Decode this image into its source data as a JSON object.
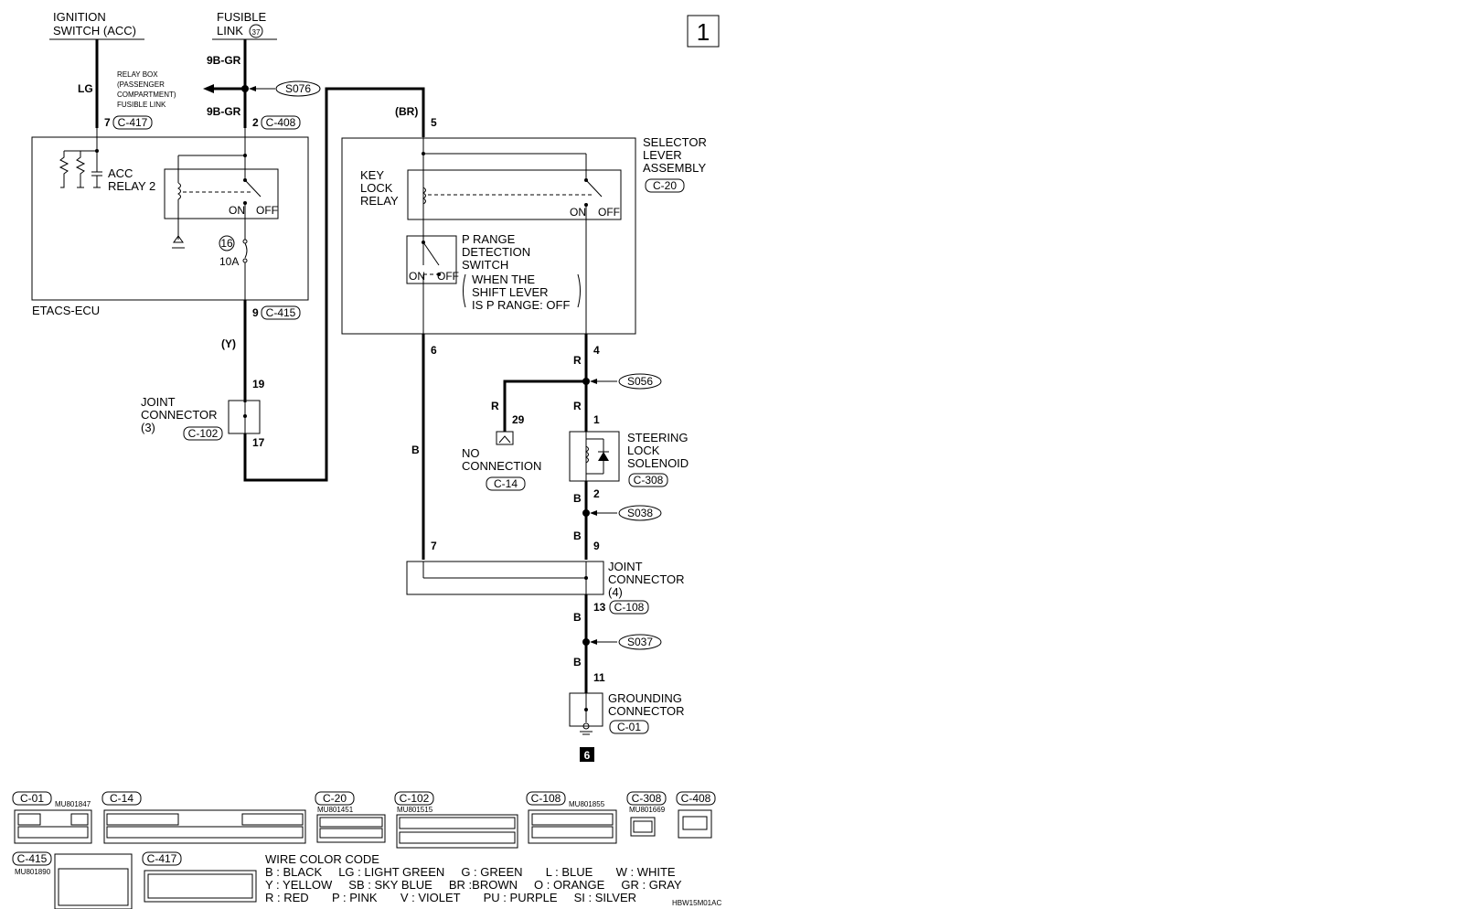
{
  "page_number": "1",
  "labels": {
    "ignition_switch": [
      "IGNITION",
      "SWITCH (ACC)"
    ],
    "fusible_link": "FUSIBLE",
    "fusible_link_2": "LINK",
    "fusible_link_num": "37",
    "relay_box": [
      "RELAY BOX",
      "(PASSENGER",
      "COMPARTMENT)",
      "FUSIBLE LINK"
    ],
    "acc_relay": [
      "ACC",
      "RELAY 2"
    ],
    "etacs": "ETACS-ECU",
    "fuse_num": "16",
    "fuse_rating": "10A",
    "key_lock_relay": [
      "KEY",
      "LOCK",
      "RELAY"
    ],
    "selector_lever": [
      "SELECTOR",
      "LEVER",
      "ASSEMBLY"
    ],
    "p_range": [
      "P RANGE",
      "DETECTION",
      "SWITCH"
    ],
    "p_range_note": [
      "WHEN THE",
      "SHIFT LEVER",
      "IS P RANGE: OFF"
    ],
    "joint_connector_3": [
      "JOINT",
      "CONNECTOR",
      "(3)"
    ],
    "joint_connector_4": [
      "JOINT",
      "CONNECTOR",
      "(4)"
    ],
    "no_connection": [
      "NO",
      "CONNECTION"
    ],
    "steering_lock": [
      "STEERING",
      "LOCK",
      "SOLENOID"
    ],
    "grounding_connector": [
      "GROUNDING",
      "CONNECTOR"
    ],
    "ground_ref": "6",
    "on": "ON",
    "off": "OFF"
  },
  "wires": {
    "lg": "LG",
    "gr1": "9B-GR",
    "gr2": "9B-GR",
    "br": "(BR)",
    "y": "(Y)",
    "b_left": "B",
    "r1": "R",
    "r2": "R",
    "r3": "R",
    "b1": "B",
    "b2": "B",
    "b3": "B",
    "b4": "B"
  },
  "pins": {
    "p7": "7",
    "p2": "2",
    "p5": "5",
    "p9": "9",
    "p19": "19",
    "p17": "17",
    "p6": "6",
    "p4": "4",
    "p1": "1",
    "p29": "29",
    "p2b": "2",
    "p9b": "9",
    "p7b": "7",
    "p13": "13",
    "p11": "11"
  },
  "connectors": {
    "c417": "C-417",
    "c408": "C-408",
    "c415": "C-415",
    "c102": "C-102",
    "c20": "C-20",
    "c14": "C-14",
    "c308": "C-308",
    "c108": "C-108",
    "c01": "C-01"
  },
  "splices": {
    "s076": "S076",
    "s056": "S056",
    "s038": "S038",
    "s037": "S037"
  },
  "legend": {
    "title": "WIRE COLOR CODE",
    "rows": [
      "B : BLACK     LG : LIGHT GREEN     G : GREEN       L : BLUE       W : WHITE",
      "Y : YELLOW     SB : SKY BLUE     BR :BROWN     O : ORANGE     GR : GRAY",
      "R : RED       P : PINK       V : VIOLET       PU : PURPLE     SI : SILVER"
    ],
    "code": "HBW15M01AC"
  },
  "connector_views": [
    {
      "id": "C-01",
      "part": "MU801847"
    },
    {
      "id": "C-14",
      "part": ""
    },
    {
      "id": "C-20",
      "part": "MU801451"
    },
    {
      "id": "C-102",
      "part": "MU801515"
    },
    {
      "id": "C-108",
      "part": "MU801855"
    },
    {
      "id": "C-308",
      "part": "MU801669"
    },
    {
      "id": "C-408",
      "part": ""
    },
    {
      "id": "C-415",
      "part": "MU801890"
    },
    {
      "id": "C-417",
      "part": ""
    }
  ]
}
